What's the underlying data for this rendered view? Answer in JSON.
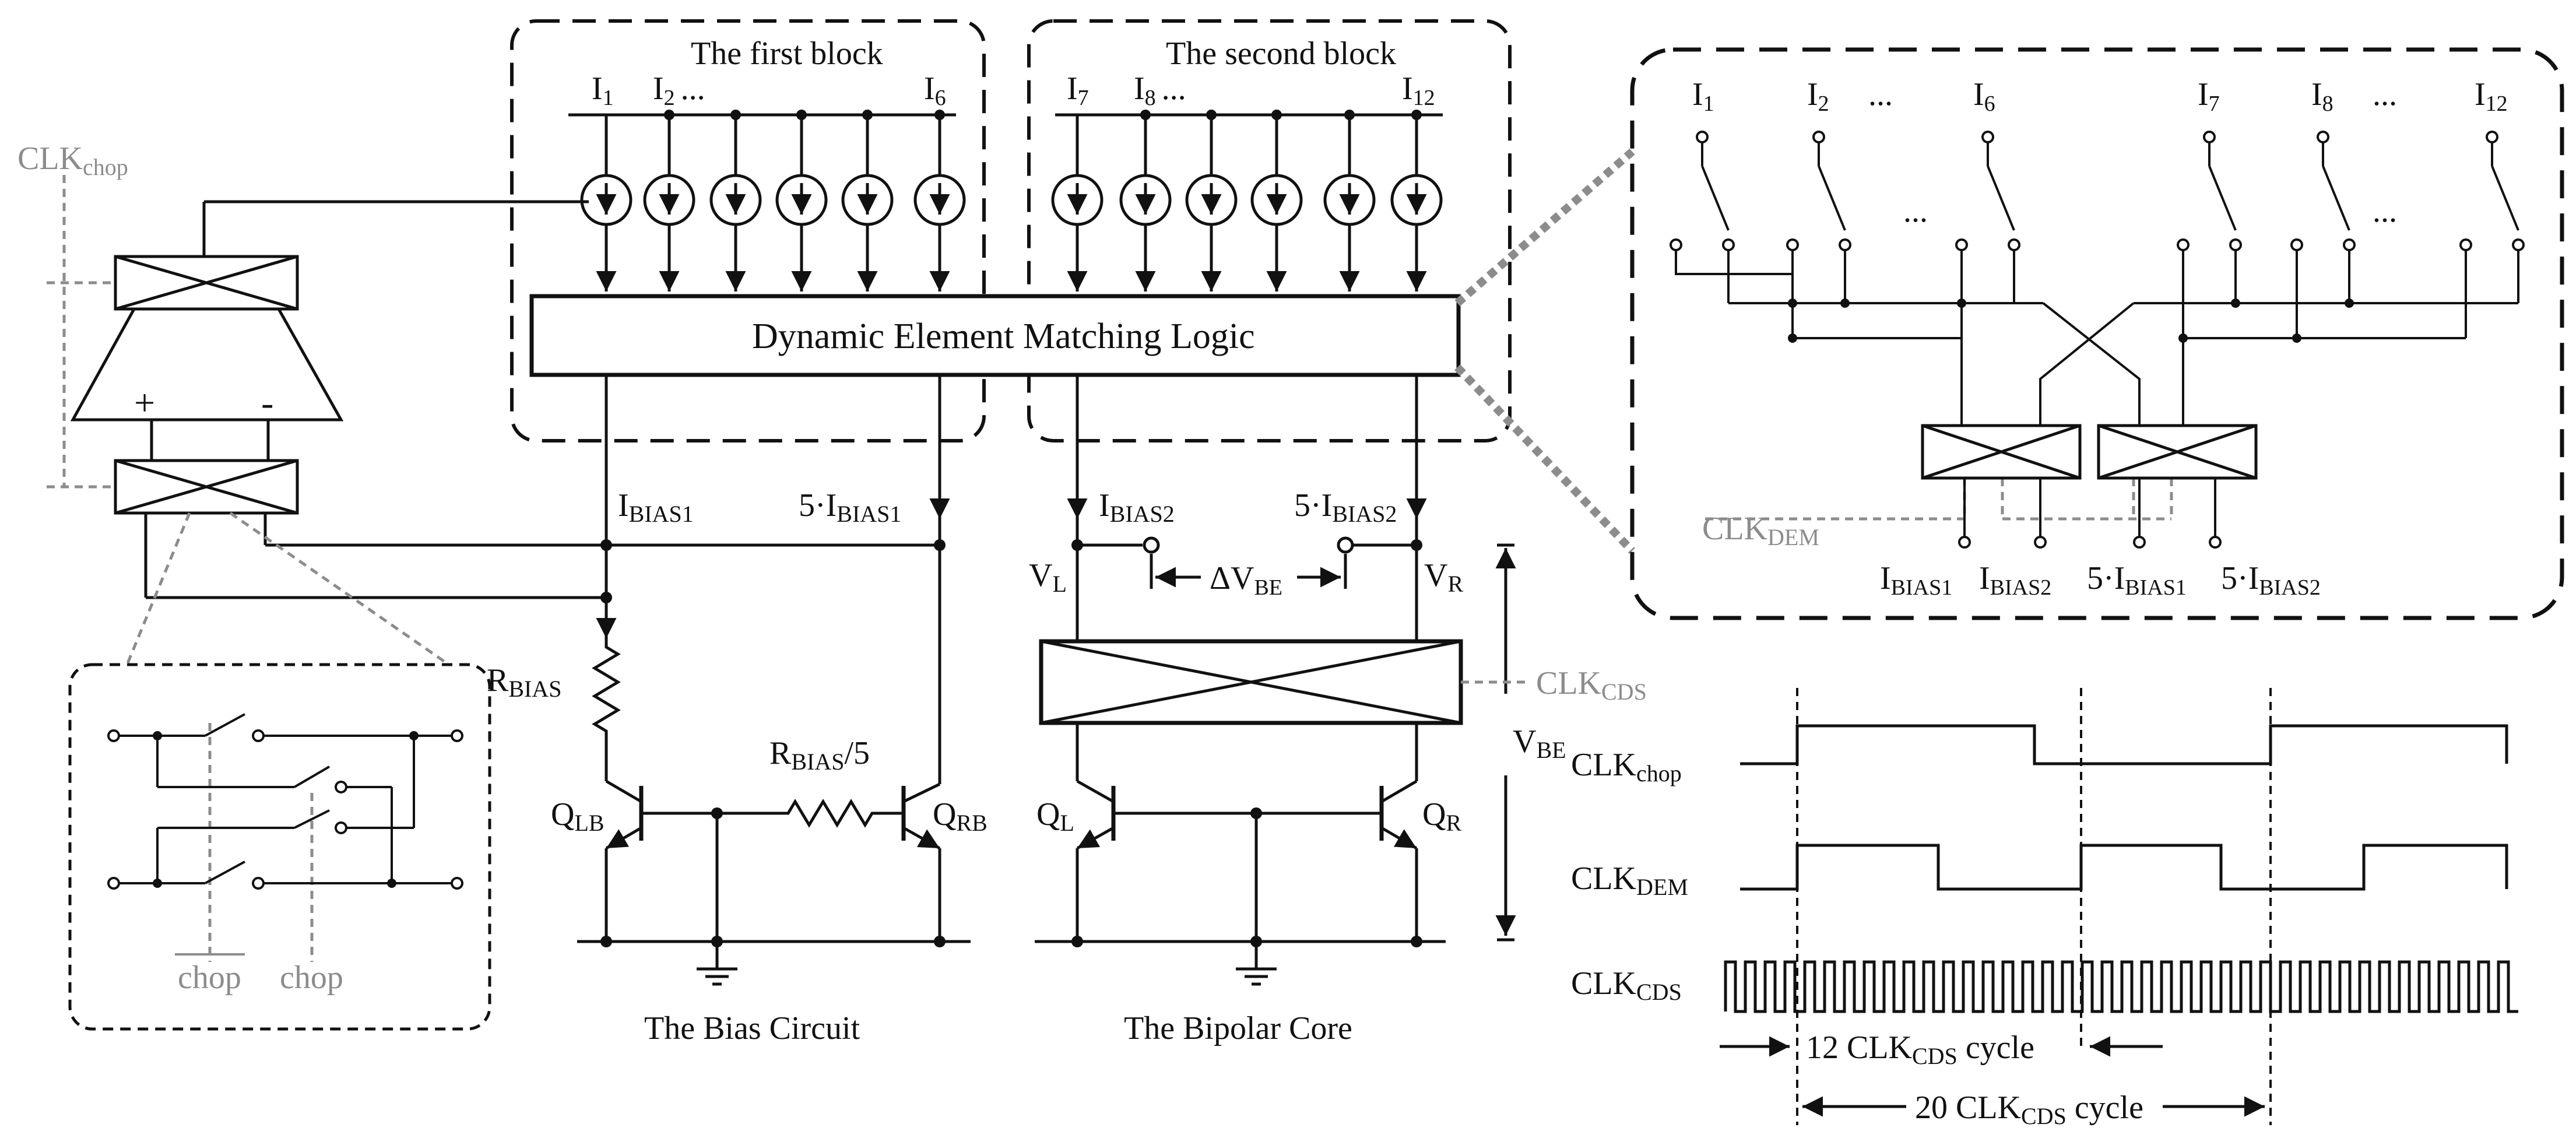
{
  "blocks": {
    "first_title": "The first block",
    "second_title": "The second block"
  },
  "currents_left": {
    "i1": "I",
    "i1s": "1",
    "i2": "I",
    "i2s": "2",
    "dots": "...",
    "i6": "I",
    "i6s": "6"
  },
  "currents_right": {
    "i7": "I",
    "i7s": "7",
    "i8": "I",
    "i8s": "8",
    "dots": "...",
    "i12": "I",
    "i12s": "12"
  },
  "dem_logic": "Dynamic Element Matching Logic",
  "bias": {
    "ibias1": "I",
    "ibias1s": "BIAS1",
    "ibias1x5": "5·I",
    "ibias1x5s": "BIAS1",
    "rbias": "R",
    "rbiass": "BIAS",
    "rbias5": "R",
    "rbias5s": "BIAS",
    "rbias5t": "/5",
    "qlb": "Q",
    "qlbs": "LB",
    "qrb": "Q",
    "qrbs": "RB",
    "caption": "The Bias Circuit"
  },
  "core": {
    "ibias2": "I",
    "ibias2s": "BIAS2",
    "ibias2x5": "5·I",
    "ibias2x5s": "BIAS2",
    "vl": "V",
    "vls": "L",
    "vr": "V",
    "vrs": "R",
    "dvbe": "ΔV",
    "dvbes": "BE",
    "vbe": "V",
    "vbes": "BE",
    "ql": "Q",
    "qls": "L",
    "qr": "Q",
    "qrs": "R",
    "caption": "The Bipolar Core"
  },
  "amp": {
    "clk_chop": "CLK",
    "clk_chops": "chop",
    "plus": "+",
    "minus": "-"
  },
  "chopper_detail": {
    "chop_bar": "chop",
    "chop": "chop"
  },
  "clk_cds_label": {
    "t": "CLK",
    "s": "CDS"
  },
  "zoom": {
    "i1": "I",
    "i1s": "1",
    "i2": "I",
    "i2s": "2",
    "dots": "...",
    "i6": "I",
    "i6s": "6",
    "i7": "I",
    "i7s": "7",
    "i8": "I",
    "i8s": "8",
    "i12": "I",
    "i12s": "12",
    "clk_dem": "CLK",
    "clk_dems": "DEM",
    "out1": "I",
    "out1s": "BIAS1",
    "out2": "I",
    "out2s": "BIAS2",
    "out3": "5·I",
    "out3s": "BIAS1",
    "out4": "5·I",
    "out4s": "BIAS2"
  },
  "timing": {
    "chop": "CLK",
    "chops": "chop",
    "dem": "CLK",
    "dems": "DEM",
    "cds": "CLK",
    "cdss": "CDS",
    "cycle12_a": "12 CLK",
    "cycle12_s": "CDS",
    "cycle12_b": " cycle",
    "cycle20_a": "20 CLK",
    "cycle20_s": "CDS",
    "cycle20_b": " cycle"
  }
}
